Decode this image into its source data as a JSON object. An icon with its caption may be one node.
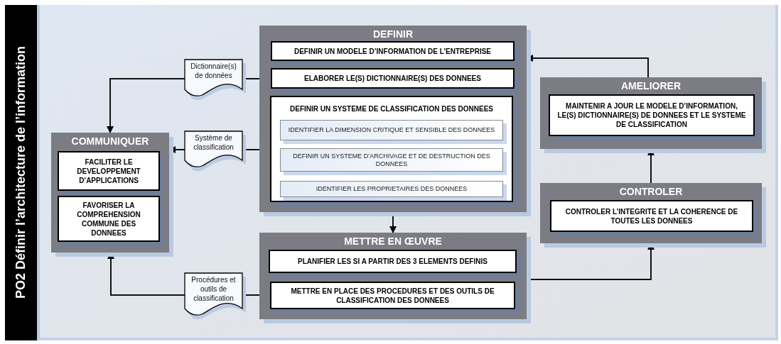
{
  "diagram": {
    "title": "PO2 Définir l’architecture de l’information",
    "nodes": [
      {
        "text": [
          "DEFINIR"
        ]
      },
      {
        "text": [
          "DEFINIR UN MODELE D’INFORMATION DE L’ENTREPRISE"
        ],
        "in": 0
      },
      {
        "text": [
          "ELABORER LE(S) DICTIONNAIRE(S) DES DONNEES"
        ],
        "in": 0
      },
      {
        "text": [
          "DEFINIR UN SYSTEME DE CLASSIFICATION DES DONNEES"
        ],
        "in": 0
      },
      {
        "text": [
          "IDENTIFIER LA DIMENSION CRITIQUE ET SENSIBLE DES DONNEES"
        ],
        "in": 3
      },
      {
        "text": [
          "DEFINIR UN SYSTEME D’ARCHIVAGE ET DE DESTRUCTION DES DONNEES"
        ],
        "in": 3
      },
      {
        "text": [
          "IDENTIFIER LES PROPRIETAIRES DES DONNEES"
        ],
        "in": 3
      },
      {
        "text": [
          "AMELIORER"
        ]
      },
      {
        "text": [
          "MAINTENIR A JOUR LE MODELE D’INFORMATION, LE(S) DICTIONNAIRE(S) DE DONNEES ET LE SYSTEME DE CLASSIFICATION"
        ],
        "in": 7
      },
      {
        "text": [
          "CONTROLER"
        ]
      },
      {
        "text": [
          "CONTROLER L’INTEGRITE ET LA COHERENCE DE TOUTES LES DONNEES"
        ],
        "in": 9
      },
      {
        "text": [
          "METTRE EN ŒUVRE"
        ]
      },
      {
        "text": [
          "PLANIFIER LES SI A PARTIR DES 3 ELEMENTS DEFINIS"
        ],
        "in": 11
      },
      {
        "text": [
          "METTRE EN PLACE DES PROCEDURES ET DES OUTILS DE CLASSIFICATION DES DONNEES"
        ],
        "in": 11
      },
      {
        "text": [
          "COMMUNIQUER"
        ]
      },
      {
        "text": [
          "FACILITER LE DEVELOPPEMENT D’APPLICATIONS"
        ],
        "in": 14
      },
      {
        "text": [
          "FAVORISER LA COMPREHENSION COMMUNE DES DONNEES"
        ],
        "in": 14
      },
      {
        "text": [
          "Dictionnaire(s) de données"
        ]
      },
      {
        "text": [
          "Système de classification"
        ]
      },
      {
        "text": [
          "Procédures et outils de classification"
        ]
      }
    ],
    "edges": [
      {
        "from": 2,
        "to": 17,
        "arrow": "none"
      },
      {
        "from": 17,
        "to": 14,
        "arrow": "to"
      },
      {
        "from": 3,
        "to": 18,
        "arrow": "none"
      },
      {
        "from": 18,
        "to": 14,
        "arrow": "to"
      },
      {
        "from": 13,
        "to": 19,
        "arrow": "none"
      },
      {
        "from": 19,
        "to": 14,
        "arrow": "to"
      },
      {
        "from": 0,
        "to": 11,
        "arrow": "to"
      },
      {
        "from": 11,
        "to": 9,
        "arrow": "to"
      },
      {
        "from": 9,
        "to": 7,
        "arrow": "to"
      },
      {
        "from": 7,
        "to": 0,
        "arrow": "to"
      }
    ]
  }
}
